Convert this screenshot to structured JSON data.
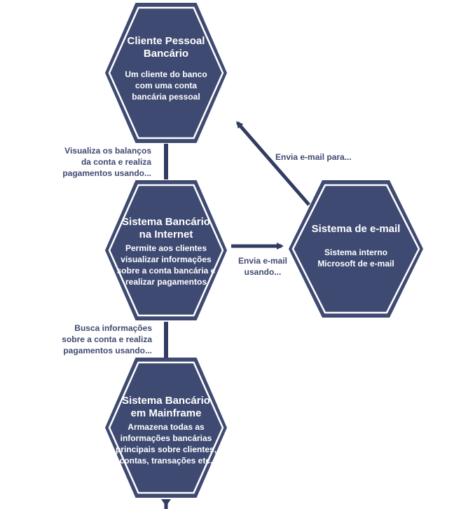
{
  "colors": {
    "hex_fill": "#3f4a72",
    "hex_border": "#3f4a72",
    "hex_inner_ring": "#ffffff",
    "edge": "#323b62",
    "text_dark": "#3f4a72",
    "text_light": "#ffffff"
  },
  "nodes": {
    "customer": {
      "title": "Cliente Pessoal Bancário",
      "description": "Um cliente do banco com uma conta bancária pessoal"
    },
    "internet_banking": {
      "title": "Sistema Bancário na Internet",
      "description": "Permite aos clientes visualizar informações sobre a conta bancária e realizar pagamentos"
    },
    "email_system": {
      "title": "Sistema de e-mail",
      "description": "Sistema interno Microsoft de e-mail"
    },
    "mainframe": {
      "title": "Sistema Bancário em Mainframe",
      "description": "Armazena todas as informações bancárias principais sobre clientes, contas, transações etc."
    }
  },
  "edges": {
    "customer_to_internet": "Visualiza os balanços da conta e realiza pagamentos usando...",
    "internet_to_email": "Envia e-mail usando...",
    "email_to_customer": "Envia e-mail para...",
    "internet_to_mainframe": "Busca informações sobre a conta e realiza pagamentos usando..."
  }
}
